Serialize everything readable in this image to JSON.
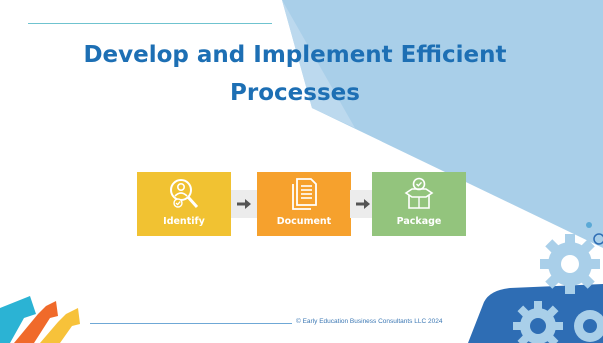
{
  "slide": {
    "title": "Develop and Implement Efficient Processes",
    "footer": "© Early Education Business Consultants LLC 2024"
  },
  "process": {
    "steps": [
      {
        "label": "Identify",
        "icon": "magnifier-check-icon",
        "color": "#f1c232"
      },
      {
        "label": "Document",
        "icon": "document-icon",
        "color": "#f6a12d"
      },
      {
        "label": "Package",
        "icon": "box-check-icon",
        "color": "#93c47d"
      }
    ],
    "connector_icon": "arrow-right-icon"
  },
  "colors": {
    "title": "#1d6fb4",
    "accent_bg": "#a9cfe9",
    "line": "#6fc3cf",
    "gear": "#3a7bbf"
  }
}
